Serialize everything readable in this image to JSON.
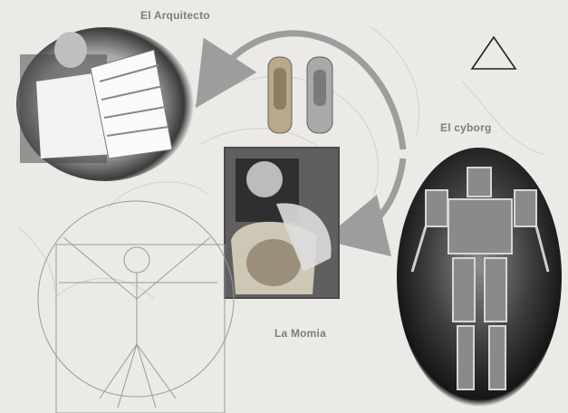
{
  "labels": {
    "architect": "El Arquitecto",
    "cyborg": "El cyborg",
    "mummy": "La Momia"
  },
  "colors": {
    "background": "#eceae6",
    "arrow": "#9d9d9d",
    "label": "#7d7d7d"
  },
  "icons": {
    "triangle": "triangle-icon"
  }
}
